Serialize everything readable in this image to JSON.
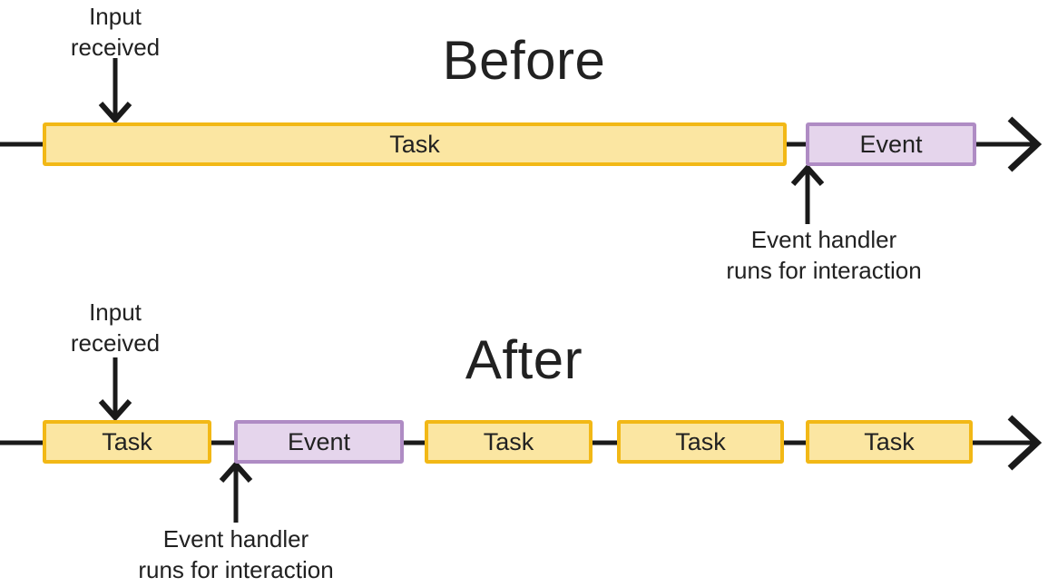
{
  "diagram": {
    "before": {
      "title": "Before",
      "input_label": "Input\nreceived",
      "handler_label": "Event handler\nruns for interaction",
      "segments": [
        {
          "type": "task",
          "label": "Task"
        },
        {
          "type": "event",
          "label": "Event"
        }
      ]
    },
    "after": {
      "title": "After",
      "input_label": "Input\nreceived",
      "handler_label": "Event handler\nruns for interaction",
      "segments": [
        {
          "type": "task",
          "label": "Task"
        },
        {
          "type": "event",
          "label": "Event"
        },
        {
          "type": "task",
          "label": "Task"
        },
        {
          "type": "task",
          "label": "Task"
        },
        {
          "type": "task",
          "label": "Task"
        }
      ]
    },
    "colors": {
      "background": "#FFFFFF",
      "task_fill": "#FBE6A2",
      "task_border": "#F2B816",
      "event_fill": "#E5D5EC",
      "event_border": "#AF8CC4",
      "text": "#212121",
      "line": "#1A1A1A"
    }
  }
}
